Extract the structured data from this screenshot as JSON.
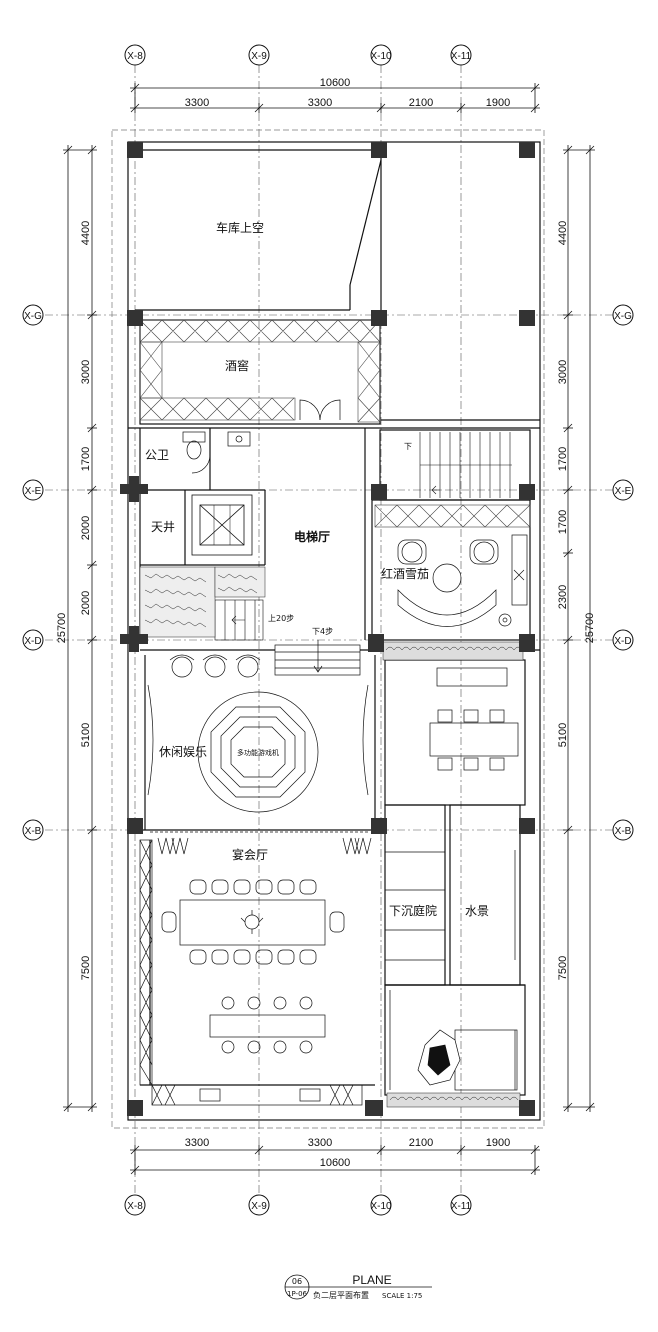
{
  "axes_top": [
    "X-8",
    "X-9",
    "X-10",
    "X-11"
  ],
  "axes_bottom": [
    "X-8",
    "X-9",
    "X-10",
    "X-11"
  ],
  "axes_left": [
    "X-G",
    "X-E",
    "X-D",
    "X-B"
  ],
  "axes_right": [
    "X-G",
    "X-E",
    "X-D",
    "X-B"
  ],
  "dims_top": {
    "total": "10600",
    "segments": [
      "3300",
      "3300",
      "2100",
      "1900"
    ]
  },
  "dims_bottom": {
    "total": "10600",
    "segments": [
      "3300",
      "3300",
      "2100",
      "1900"
    ]
  },
  "dims_left": {
    "total": "25700",
    "segments": [
      "4400",
      "3000",
      "1700",
      "2000",
      "2000",
      "5100",
      "7500"
    ]
  },
  "dims_right": {
    "total": "25700",
    "segments": [
      "4400",
      "3000",
      "1700",
      "1700",
      "2300",
      "5100",
      "7500"
    ]
  },
  "rooms": {
    "garage_void": "车库上空",
    "wine_cellar": "酒窖",
    "public_wc": "公卫",
    "light_well": "天井",
    "elevator_hall": "电梯厅",
    "wine_cigar": "红酒雪茄",
    "leisure": "休闲娱乐",
    "game_machine": "多功能游戏机",
    "banquet": "宴会厅",
    "sunken_court": "下沉庭院",
    "water_feature": "水景"
  },
  "annotations": {
    "stair_up": "上20步",
    "stair_down_4": "下4步",
    "stair_down": "下"
  },
  "title_block": {
    "number": "06",
    "sheet": "1P-06",
    "heading": "PLANE",
    "name": "负二层平面布置",
    "scale": "SCALE  1:75"
  }
}
